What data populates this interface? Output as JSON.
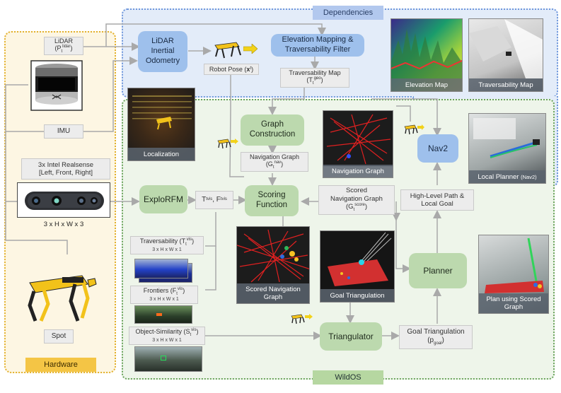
{
  "regions": {
    "hardware": "Hardware",
    "dependencies": "Dependencies",
    "wildos": "WildOS"
  },
  "hardware": {
    "lidar": "LiDAR",
    "lidar_sub": "(P",
    "lidar_sup": "lidar",
    "lidar_close": ")",
    "imu": "IMU",
    "cam_line1": "3x Intel Realsense",
    "cam_line2": "[Left, Front, Right]",
    "cam_dims": "3 x H x W x 3",
    "spot": "Spot"
  },
  "dependencies": {
    "lio": "LiDAR\nInertial\nOdometry",
    "elev": "Elevation Mapping &\nTraversability Filter",
    "robot_pose": "Robot Pose (",
    "robot_pose_x": "x",
    "robot_pose_t": "t",
    "robot_pose_close": ")",
    "trav_map": "Traversability Map",
    "trav_map_sym": "(T",
    "trav_map_sub": "t",
    "trav_map_sup": "geo",
    "trav_map_close": ")",
    "img_elevation": "Elevation Map",
    "img_traversability": "Traversability Map",
    "img_localization": "Localization",
    "nav2": "Nav2",
    "img_local_planner": "Local Planner",
    "img_local_planner_sub": "(Nav2)"
  },
  "wildos": {
    "graph_construction": "Graph\nConstruction",
    "nav_graph": "Navigation Graph",
    "nav_graph_sym": "(G",
    "nav_graph_sub": "t",
    "nav_graph_sup": "nav",
    "img_nav_graph": "Navigation Graph",
    "exploRFM": "ExploRFM",
    "tv_ff": "T",
    "tv_sub": "t",
    "tv_sup": "vis",
    "ff": ", F",
    "scoring": "Scoring\nFunction",
    "scored_graph_l1": "Scored",
    "scored_graph_l2": "Navigation Graph",
    "scored_graph_sym": "(G",
    "scored_graph_sub": "t",
    "scored_graph_sup": "score",
    "hl_path": "High-Level Path &\nLocal Goal",
    "trav_out": "Traversability (T",
    "trav_out_sup": "vis",
    "trav_out_dims": "3 x H x W x 1",
    "frontiers": "Frontiers (F",
    "frontiers_sup": "vis",
    "frontiers_dims": "3 x H x W x 1",
    "objsim": "Object-Similarity (S",
    "objsim_sup": "vis",
    "objsim_dims": "3 x H x W x 1",
    "img_scored_graph": "Scored Navigation\nGraph",
    "img_goal_tri": "Goal Triangulation",
    "planner": "Planner",
    "img_plan": "Plan using Scored\nGraph",
    "triangulator": "Triangulator",
    "goal_tri_label": "Goal Triangulation",
    "goal_tri_sym": "(p",
    "goal_tri_sub": "goal",
    "goal_tri_close": ")"
  },
  "colors": {
    "green_box": "#bcd9ae",
    "blue_box": "#9ec0ec",
    "hardware_tag": "#f4c545",
    "dependencies_tag": "#b2c8ee",
    "wildos_tag": "#b6d7a1",
    "arrow": "#a9a9a9"
  },
  "icons": [
    "lidar-sensor-icon",
    "realsense-camera-icon",
    "spot-robot-icon",
    "mini-robot-icon",
    "arrow-icon"
  ]
}
